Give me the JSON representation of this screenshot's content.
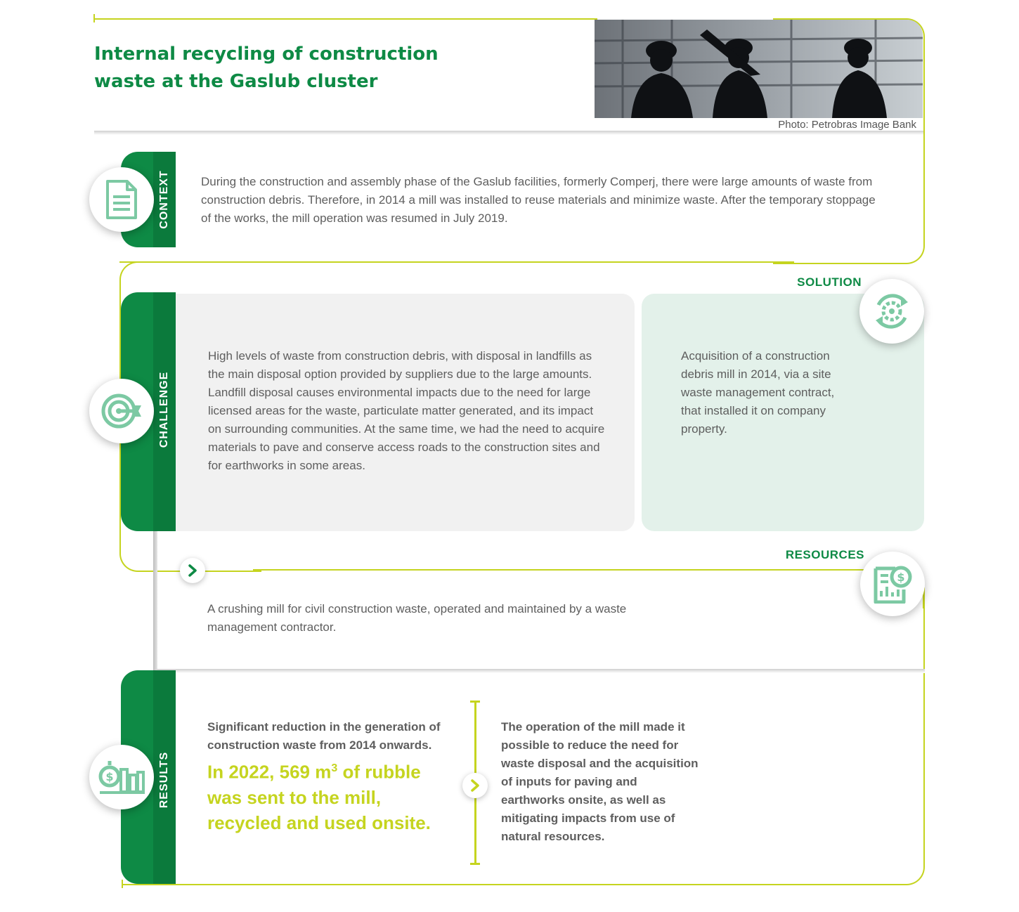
{
  "header": {
    "title_line1": "Internal recycling of construction",
    "title_line2": "waste at the Gaslub cluster",
    "photo_credit": "Photo: Petrobras Image Bank"
  },
  "context": {
    "label": "CONTEXT",
    "icon": "document-icon",
    "text": "During the construction and assembly phase of the Gaslub facilities, formerly Comperj, there were large amounts of waste from construction debris. Therefore, in 2014 a mill was installed to reuse materials and minimize waste. After the temporary stoppage of the works, the mill operation was resumed in July 2019."
  },
  "challenge": {
    "label": "CHALLENGE",
    "icon": "target-icon",
    "text": "High levels of waste from construction debris, with disposal in landfills as the main disposal option provided by suppliers due to the large amounts. Landfill disposal causes environmental impacts due to the need for large licensed areas for the waste, particulate matter generated, and its impact on surrounding communities. At the same time, we had the need to acquire materials to pave and conserve access roads to the construction sites and for earthworks in some areas."
  },
  "solution": {
    "label": "SOLUTION",
    "icon": "gear-cycle-icon",
    "text": "Acquisition of a construction debris mill in 2014, via a site waste management contract, that installed it on company property."
  },
  "resources": {
    "label": "RESOURCES",
    "icon": "report-money-icon",
    "text": "A crushing mill for civil construction waste, operated and maintained by a waste management contractor."
  },
  "results": {
    "label": "RESULTS",
    "icon": "money-chart-icon",
    "lead": "Significant reduction in the generation of construction waste from 2014 onwards.",
    "highlight_pre": "In 2022, 569 m",
    "highlight_sup": "3",
    "highlight_post": " of rubble was sent to the mill, recycled and used onsite.",
    "right_text": "The operation of the mill made it possible to reduce the need for waste disposal and the acquisition of inputs for paving and earthworks onsite, as well as mitigating impacts from use of natural resources."
  },
  "colors": {
    "green": "#0e8a45",
    "dark_green": "#0b7a3c",
    "lime": "#c5d41f",
    "icon_teal": "#7cc9a3",
    "challenge_bg": "#f1f1f1",
    "solution_bg": "#e3f1ea"
  }
}
